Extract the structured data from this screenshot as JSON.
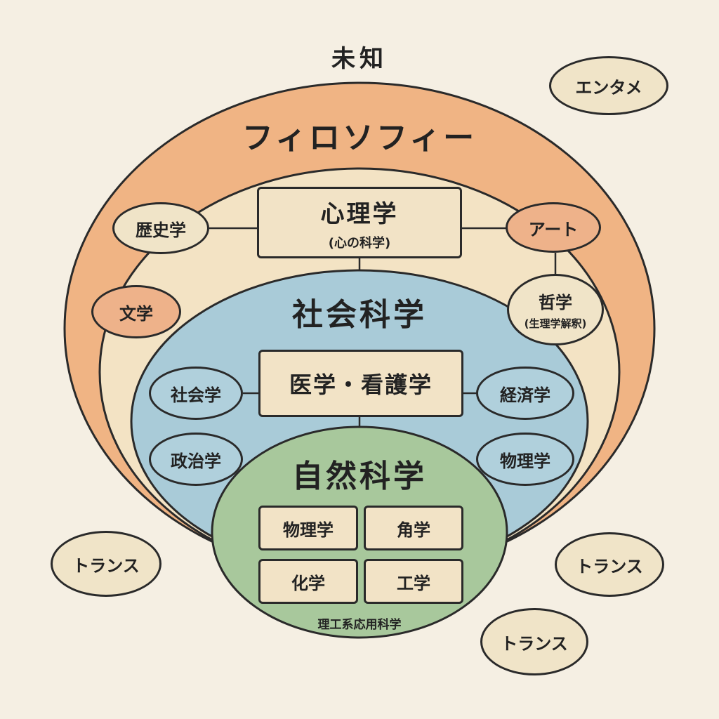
{
  "top_label": "未知",
  "outer_ring": {
    "title": "フィロソフィー"
  },
  "inner_ring": {
    "central_box": {
      "title": "心理学",
      "subtitle": "(心の科学)"
    },
    "left_items": [
      "歴史学",
      "文学"
    ],
    "right_items": [
      {
        "title": "アート"
      },
      {
        "title": "哲学",
        "subtitle": "(生理学解釈)"
      }
    ]
  },
  "social_science": {
    "title": "社会科学",
    "central_box": "医学・看護学",
    "left_items": [
      "社会学",
      "政治学"
    ],
    "right_items": [
      "経済学",
      "物理学"
    ]
  },
  "natural_science": {
    "title": "自然科学",
    "boxes": [
      "物理学",
      "角学",
      "化学",
      "工学"
    ],
    "footer": "理工系応用科学"
  },
  "outside_items": {
    "top_right": "エンタメ",
    "bottom_left": "トランス",
    "bottom_right": "トランス",
    "bottom_center": "トランス"
  },
  "colors": {
    "background": "#f5efe3",
    "outer_ring": "#f0b484",
    "inner_ring": "#f3e3c4",
    "social_science": "#a9cbd8",
    "natural_science": "#a8c89c",
    "box": "#f2e3c6",
    "stroke": "#2a2a2a"
  }
}
